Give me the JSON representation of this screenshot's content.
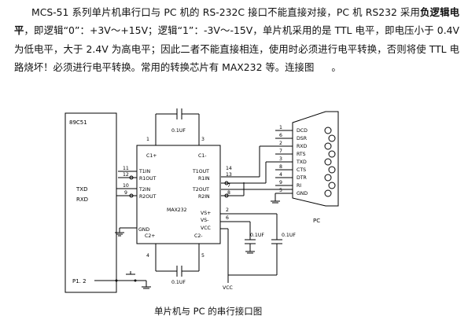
{
  "description": {
    "seg1": "MCS-51 系列单片机串行口与 PC 机的 RS-232C 接口不能直接对接，PC 机 RS232 采用",
    "seg2_bold": "负逻辑电平",
    "seg3": "，即逻辑“0”：+3V～+15V；逻辑“1”：-3V～-15V，单片机采用的是 TTL 电平，即电压小于 0.4V 为低电平，大于 2.4V 为高电平；因此二者不能直接相连，使用时必须进行电平转换，否则将使 TTL 电路烧坏！必须进行电平转换。常用的转换芯片有 MAX232 等。连接图",
    "seg4": "。"
  },
  "diagram": {
    "mcu": {
      "name": "89C51",
      "txd": "TXD",
      "rxd": "RXD",
      "p12": "P1. 2"
    },
    "max232": {
      "name": "MAX232",
      "left_pins": [
        "T1IN",
        "R1OUT",
        "T2IN",
        "R2OUT"
      ],
      "left_pin_numbers": [
        "11",
        "12",
        "10",
        "9"
      ],
      "right_pins": [
        "T1OUT",
        "R1IN",
        "T2OUT",
        "R2IN"
      ],
      "right_pin_numbers": [
        "14",
        "13",
        "7",
        "8"
      ],
      "cap_pins": [
        "C1+",
        "C1-",
        "C2+",
        "C2-"
      ],
      "cap_pin_numbers": [
        "1",
        "3",
        "4",
        "5"
      ],
      "power_pins": [
        "VS+",
        "VS-",
        "VCC",
        "GND"
      ],
      "power_pin_numbers": [
        "2",
        "6"
      ]
    },
    "capacitors": [
      "0.1UF",
      "0.1UF",
      "0.1UF",
      "0.1UF"
    ],
    "pc": {
      "name": "PC",
      "pin_numbers": [
        "1",
        "6",
        "2",
        "7",
        "3",
        "8",
        "4",
        "9",
        "5"
      ],
      "signals": [
        "DCD",
        "DSR",
        "RXD",
        "RTS",
        "TXD",
        "CTS",
        "DTR",
        "RI",
        "GND"
      ]
    },
    "vcc_label": "VCC"
  },
  "caption": "单片机与 PC 的串行接口图"
}
